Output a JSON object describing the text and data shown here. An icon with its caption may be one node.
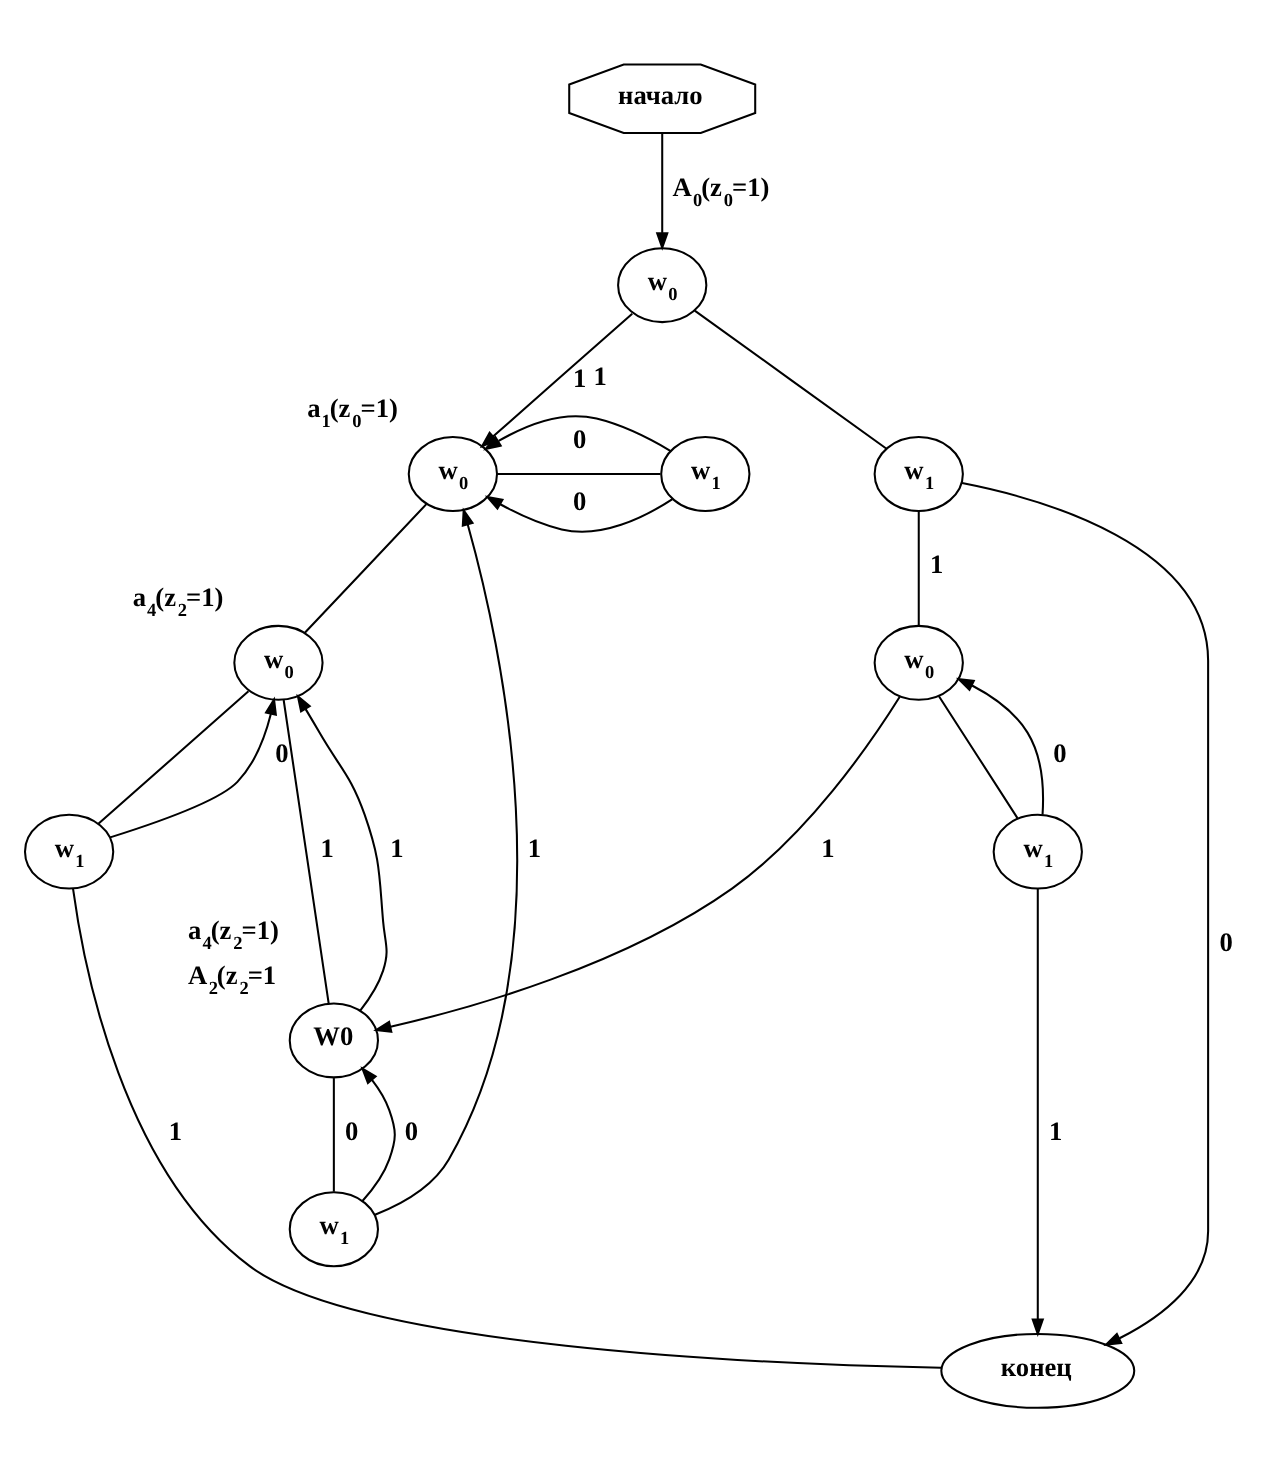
{
  "diagram": {
    "nodes": [
      {
        "text": [
          "начало"
        ]
      },
      {
        "text": [
          "w$_{0}$"
        ]
      },
      {
        "text": [
          "w$_{0}$"
        ],
        "beside": [
          "a$_{1}$(z$_{0}$=1)"
        ]
      },
      {
        "text": [
          "w$_{1}$"
        ]
      },
      {
        "text": [
          "w$_{1}$"
        ]
      },
      {
        "text": [
          "w$_{0}$"
        ],
        "beside": [
          "a$_{4}$(z$_{2}$=1)"
        ]
      },
      {
        "text": [
          "w$_{1}$"
        ]
      },
      {
        "text": [
          "w$_{0}$"
        ]
      },
      {
        "text": [
          "w$_{1}$"
        ]
      },
      {
        "text": [
          "W0"
        ],
        "beside": [
          "a$_{4}$(z$_{2}$=1)",
          "A$_{2}$(z$_{2}$=1"
        ]
      },
      {
        "text": [
          "w$_{1}$"
        ]
      },
      {
        "text": [
          "конец"
        ]
      }
    ],
    "edges": [
      {
        "from": 0,
        "to": 1,
        "arrow": "to",
        "label": "A$_{0}$(z$_{0}$=1)"
      },
      {
        "from": 1,
        "to": 2,
        "arrow": "to",
        "label": "1"
      },
      {
        "from": 1,
        "to": 3,
        "arrow": "none"
      },
      {
        "from": 2,
        "to": 4,
        "arrow": "none",
        "label": "0"
      },
      {
        "from": 2,
        "to": 5,
        "arrow": "none"
      },
      {
        "from": 3,
        "to": 7,
        "arrow": "none",
        "label": "1"
      },
      {
        "from": 3,
        "to": 11,
        "arrow": "to",
        "label": "0"
      },
      {
        "from": 4,
        "to": 2,
        "arrow": "to",
        "label": "0"
      },
      {
        "from": 4,
        "to": 2,
        "arrow": "to",
        "label": "1"
      },
      {
        "from": 5,
        "to": 6,
        "arrow": "none"
      },
      {
        "from": 5,
        "to": 9,
        "arrow": "none",
        "label": "1"
      },
      {
        "from": 6,
        "to": 5,
        "arrow": "to",
        "label": "0"
      },
      {
        "from": 6,
        "to": 11,
        "arrow": "none",
        "label": "1"
      },
      {
        "from": 7,
        "to": 8,
        "arrow": "none"
      },
      {
        "from": 7,
        "to": 9,
        "arrow": "to",
        "label": "1"
      },
      {
        "from": 8,
        "to": 7,
        "arrow": "to",
        "label": "0"
      },
      {
        "from": 8,
        "to": 11,
        "arrow": "to",
        "label": "1"
      },
      {
        "from": 9,
        "to": 5,
        "arrow": "to",
        "label": "1"
      },
      {
        "from": 9,
        "to": 10,
        "arrow": "none",
        "label": "0"
      },
      {
        "from": 10,
        "to": 9,
        "arrow": "to",
        "label": "0"
      },
      {
        "from": 10,
        "to": 2,
        "arrow": "to",
        "label": "1"
      }
    ]
  }
}
